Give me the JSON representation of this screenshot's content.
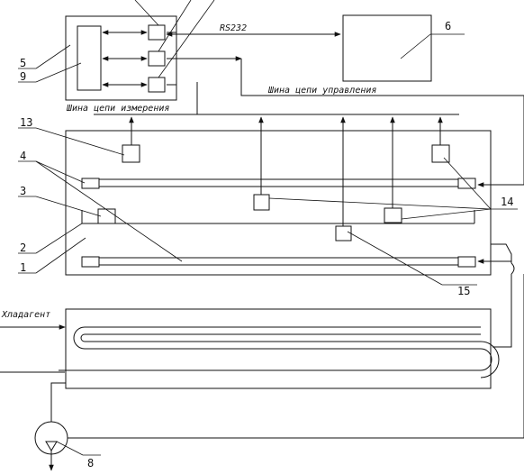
{
  "labels": {
    "n1": "1",
    "n2": "2",
    "n3": "3",
    "n4": "4",
    "n5": "5",
    "n6": "6",
    "n8": "8",
    "n9": "9",
    "n13": "13",
    "n14": "14",
    "n15": "15"
  },
  "captions": {
    "rs232": "RS232",
    "measure_bus": "Шина цепи измерения",
    "control_bus": "Шина цепи управления",
    "refrigerant": "Хладагент"
  }
}
